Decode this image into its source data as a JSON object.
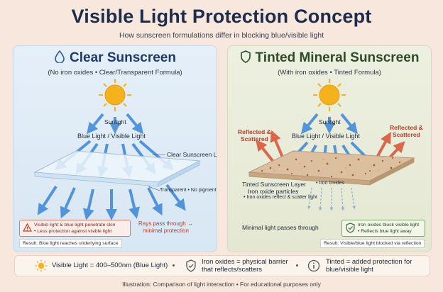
{
  "title": "Visible Light Protection Concept",
  "subtitle": "How sunscreen formulations differ in blocking blue/visible light",
  "left": {
    "heading": "Clear Sunscreen",
    "sub": "(No iron oxides • Clear/Transparent Formula)",
    "sunlight": "Sunlight",
    "blue_light": "Blue Light / Visible Light",
    "layer": "Clear Sunscreen Layer",
    "transparent": "Transparent • No pigment",
    "warn_line1": "Visible light & blue light penetrate skin",
    "warn_line2": "• Less protection against visible light",
    "rays_line1": "Rays pass through →",
    "rays_line2": "minimal protection",
    "result": "Result: Blue light reaches underlying surface"
  },
  "right": {
    "heading": "Tinted Mineral Sunscreen",
    "sub": "(With iron oxides • Tinted Formula)",
    "sunlight": "Sunlight",
    "blue_light": "Blue Light / Visible Light",
    "reflected_left_1": "Reflected &",
    "reflected_left_2": "Scattered",
    "reflected_right_1": "Reflected &",
    "reflected_right_2": "Scattered",
    "layer": "Tinted Sunscreen Layer",
    "particles": "Iron oxide particles",
    "reflect_scatter": "• Iron oxides reflect & scatter light",
    "iron_oxides": "• Iron Oxides",
    "minimal": "Minimal light passes through",
    "box_line1": "Iron oxides block visible light",
    "box_line2": "• Reflects blue light away",
    "result": "Result: Visible/blue light blocked via reflection"
  },
  "bottom": {
    "visible": "Visible Light = 400–500nm (Blue Light)",
    "iron1": "Iron oxides = physical barrier",
    "iron2": "that reflects/scatters",
    "tinted1": "Tinted = added protection for",
    "tinted2": "blue/visible light"
  },
  "footer": "Illustration: Comparison of light interaction  •  For educational purposes only",
  "colors": {
    "blue_ray": "#3a86d8",
    "red_ray": "#d9583c",
    "sun": "#f5b21c",
    "tinted_layer": "#d9b89a"
  }
}
